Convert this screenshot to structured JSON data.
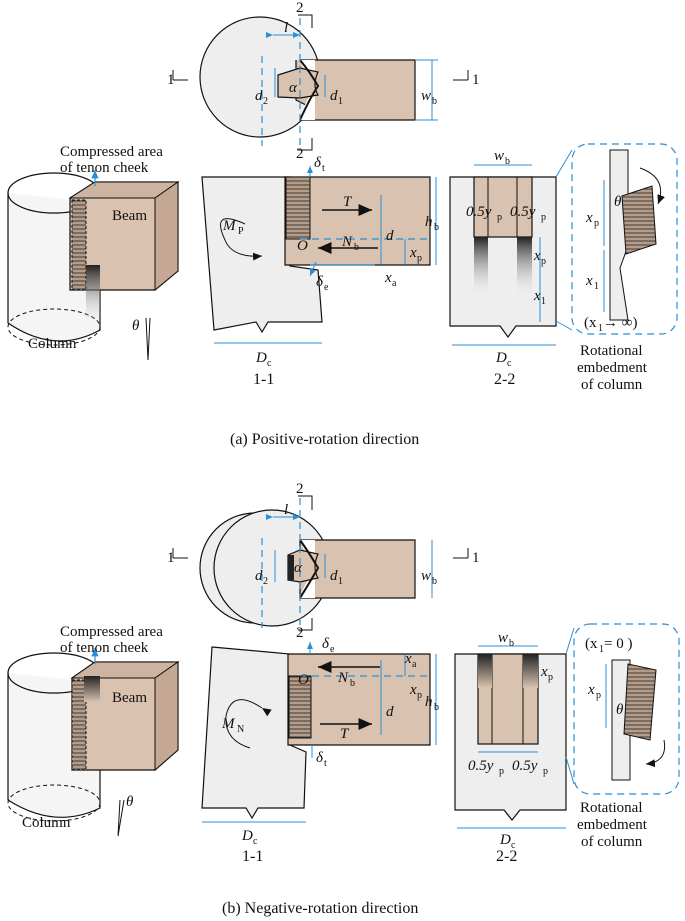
{
  "panel_a": {
    "caption": "(a) Positive-rotation direction",
    "iso": {
      "compressed_area": "Compressed area",
      "of_tenon_cheek": "of tenon cheek",
      "beam": "Beam",
      "column": "Column",
      "theta": "θ"
    },
    "plan": {
      "sec1_left": "1",
      "sec1_right": "1",
      "sec2_top": "2",
      "sec2_bottom": "2",
      "l": "l",
      "alpha": "α",
      "d2": "d",
      "d2_sub": "2",
      "d1": "d",
      "d1_sub": "1",
      "wb": "w",
      "wb_sub": "b"
    },
    "section11": {
      "delta_t": "δ",
      "delta_t_sub": "t",
      "delta_e": "δ",
      "delta_e_sub": "e",
      "moment": "M",
      "moment_sub": "P",
      "T": "T",
      "O": "O",
      "Nb": "N",
      "Nb_sub": "b",
      "d": "d",
      "hb": "h",
      "hb_sub": "b",
      "xp": "x",
      "xp_sub": "p",
      "xa": "x",
      "xa_sub": "a",
      "Dc": "D",
      "Dc_sub": "c",
      "label": "1-1"
    },
    "section22": {
      "wb": "w",
      "wb_sub": "b",
      "half_y_left": "0.5y",
      "half_y_left_sub": "p",
      "half_y_right": "0.5y",
      "half_y_right_sub": "p",
      "xp": "x",
      "xp_sub": "p",
      "x1": "x",
      "x1_sub": "1",
      "Dc": "D",
      "Dc_sub": "c",
      "label": "2-2"
    },
    "detail": {
      "theta": "θ",
      "xp": "x",
      "xp_sub": "p",
      "x1": "x",
      "x1_sub": "1",
      "cond": "(x",
      "cond_sub": "1",
      "cond_rest": " → ∞)",
      "note_line1": "Rotational",
      "note_line2": "embedment",
      "note_line3": "of column"
    }
  },
  "panel_b": {
    "caption": "(b) Negative-rotation direction",
    "iso": {
      "compressed_area": "Compressed area",
      "of_tenon_cheek": "of tenon cheek",
      "beam": "Beam",
      "column": "Column",
      "theta": "θ"
    },
    "plan": {
      "sec1_left": "1",
      "sec1_right": "1",
      "sec2_top": "2",
      "sec2_bottom": "2",
      "l": "l",
      "alpha": "α",
      "d2": "d",
      "d2_sub": "2",
      "d1": "d",
      "d1_sub": "1",
      "wb": "w",
      "wb_sub": "b"
    },
    "section11": {
      "delta_e": "δ",
      "delta_e_sub": "e",
      "delta_t": "δ",
      "delta_t_sub": "t",
      "moment": "M",
      "moment_sub": "N",
      "T": "T",
      "O": "O",
      "Nb": "N",
      "Nb_sub": "b",
      "d": "d",
      "hb": "h",
      "hb_sub": "b",
      "xp": "x",
      "xp_sub": "p",
      "xa": "x",
      "xa_sub": "a",
      "Dc": "D",
      "Dc_sub": "c",
      "label": "1-1"
    },
    "section22": {
      "wb": "w",
      "wb_sub": "b",
      "half_y_left": "0.5y",
      "half_y_left_sub": "p",
      "half_y_right": "0.5y",
      "half_y_right_sub": "p",
      "xp": "x",
      "xp_sub": "p",
      "Dc": "D",
      "Dc_sub": "c",
      "label": "2-2"
    },
    "detail": {
      "theta": "θ",
      "xp": "x",
      "xp_sub": "p",
      "cond": "(x",
      "cond_sub": "1",
      "cond_rest": " = 0 )",
      "note_line1": "Rotational",
      "note_line2": "embedment",
      "note_line3": "of column"
    }
  },
  "colors": {
    "dimension_blue": "#2a8fd8",
    "wood": "#d9c2b0",
    "column": "#eeeeee"
  }
}
